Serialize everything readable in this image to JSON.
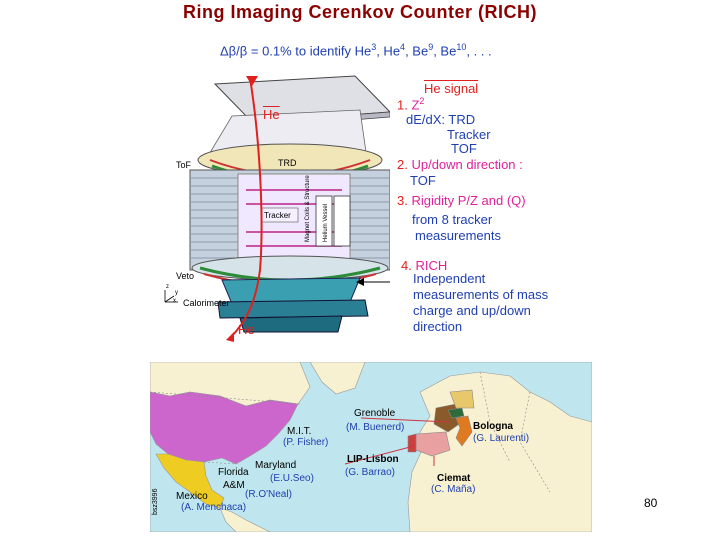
{
  "slide": {
    "title": "Ring Imaging Cerenkov Counter (RICH)",
    "subtitle_pre": "Δβ/β = 0.1% to identify He",
    "iso": [
      {
        "sup": "3",
        "label": ", He"
      },
      {
        "sup": "4",
        "label": ", Be"
      },
      {
        "sup": "9",
        "label": ", Be"
      },
      {
        "sup": "10",
        "label": ", . . ."
      }
    ],
    "page_number": "80"
  },
  "detector": {
    "he_label": "He",
    "labels": {
      "tof": "ToF",
      "trd": "TRD",
      "tracker": "Tracker",
      "magnet": "Magnet Coils & Structure",
      "vessel": "Helium Vessel",
      "veto": "Veto",
      "calorimeter": "Calorimeter",
      "axis_z": "z",
      "axis_y": "y",
      "axis_x": "x",
      "code": "bsz3996"
    }
  },
  "signal": {
    "heading": "He  signal",
    "items": [
      {
        "num": "1.",
        "head": "Z",
        "head_sup": "2"
      },
      {
        "num": "2.",
        "head": "Up/down direction :"
      },
      {
        "num": "3.",
        "head": "Rigidity P/Z and (Q)"
      },
      {
        "num": "4.",
        "head": "RICH"
      }
    ],
    "line_dedx": "dE/dX: TRD",
    "line_tracker": "Tracker",
    "line_tof": "TOF",
    "line_2": "TOF",
    "line_3a": "from 8 tracker",
    "line_3b": "measurements",
    "line_4a": "Independent",
    "line_4b": "measurements of mass",
    "line_4c": "charge and up/down",
    "line_4d": "direction"
  },
  "map": {
    "colors": {
      "usa": "#cc66cc",
      "mexico": "#eecc22",
      "land": "#f7f1d2",
      "sea": "#bfe6ee"
    },
    "labels": [
      {
        "key": "mit",
        "name": "M.I.T.",
        "person": "(P. Fisher)"
      },
      {
        "key": "maryland",
        "name": "Maryland",
        "person": "(E.U.Seo)"
      },
      {
        "key": "florida",
        "name": "Florida",
        "name2": "A&M",
        "person": "(R.O'Neal)"
      },
      {
        "key": "mexico",
        "name": "Mexico",
        "person": "(A. Menchaca)"
      },
      {
        "key": "grenoble",
        "name": "Grenoble",
        "person": "(M. Buenerd)"
      },
      {
        "key": "bologna",
        "name": "Bologna",
        "person": "(G. Laurenti)"
      },
      {
        "key": "lisbon",
        "name": "LIP-Lisbon",
        "person": "(G. Barrao)"
      },
      {
        "key": "ciemat",
        "name": "Ciemat",
        "person": "(C. Maña)"
      }
    ],
    "code": "bsz3996"
  }
}
